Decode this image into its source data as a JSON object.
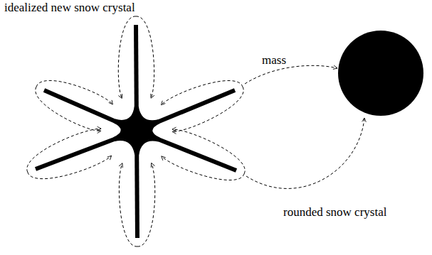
{
  "diagram": {
    "labels": [
      "idealized new snow crystal",
      "mass",
      "rounded snow crystal"
    ]
  }
}
